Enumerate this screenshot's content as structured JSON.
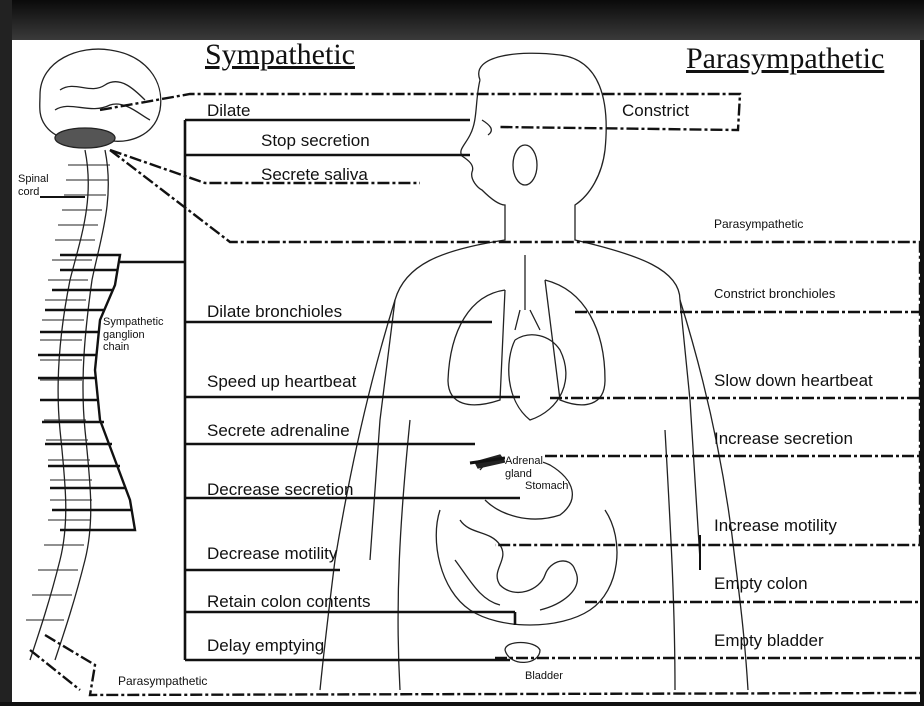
{
  "headings": {
    "sympathetic": "Sympathetic",
    "parasympathetic": "Parasympathetic"
  },
  "anatomy": {
    "spinal_cord": "Spinal\ncord",
    "ganglion_chain": "Sympathetic\nganglion\nchain",
    "adrenal": "Adrenal\ngland",
    "stomach": "Stomach",
    "bladder": "Bladder",
    "para_mid": "Parasympathetic",
    "para_bottom": "Parasympathetic"
  },
  "sympathetic_effects": [
    "Dilate",
    "Stop secretion",
    "Secrete saliva",
    "Dilate bronchioles",
    "Speed up heartbeat",
    "Secrete adrenaline",
    "Decrease secretion",
    "Decrease motility",
    "Retain colon contents",
    "Delay emptying"
  ],
  "parasympathetic_effects": [
    "Constrict",
    "Constrict bronchioles",
    "Slow down heartbeat",
    "Increase secretion",
    "Increase motility",
    "Empty colon",
    "Empty bladder"
  ]
}
